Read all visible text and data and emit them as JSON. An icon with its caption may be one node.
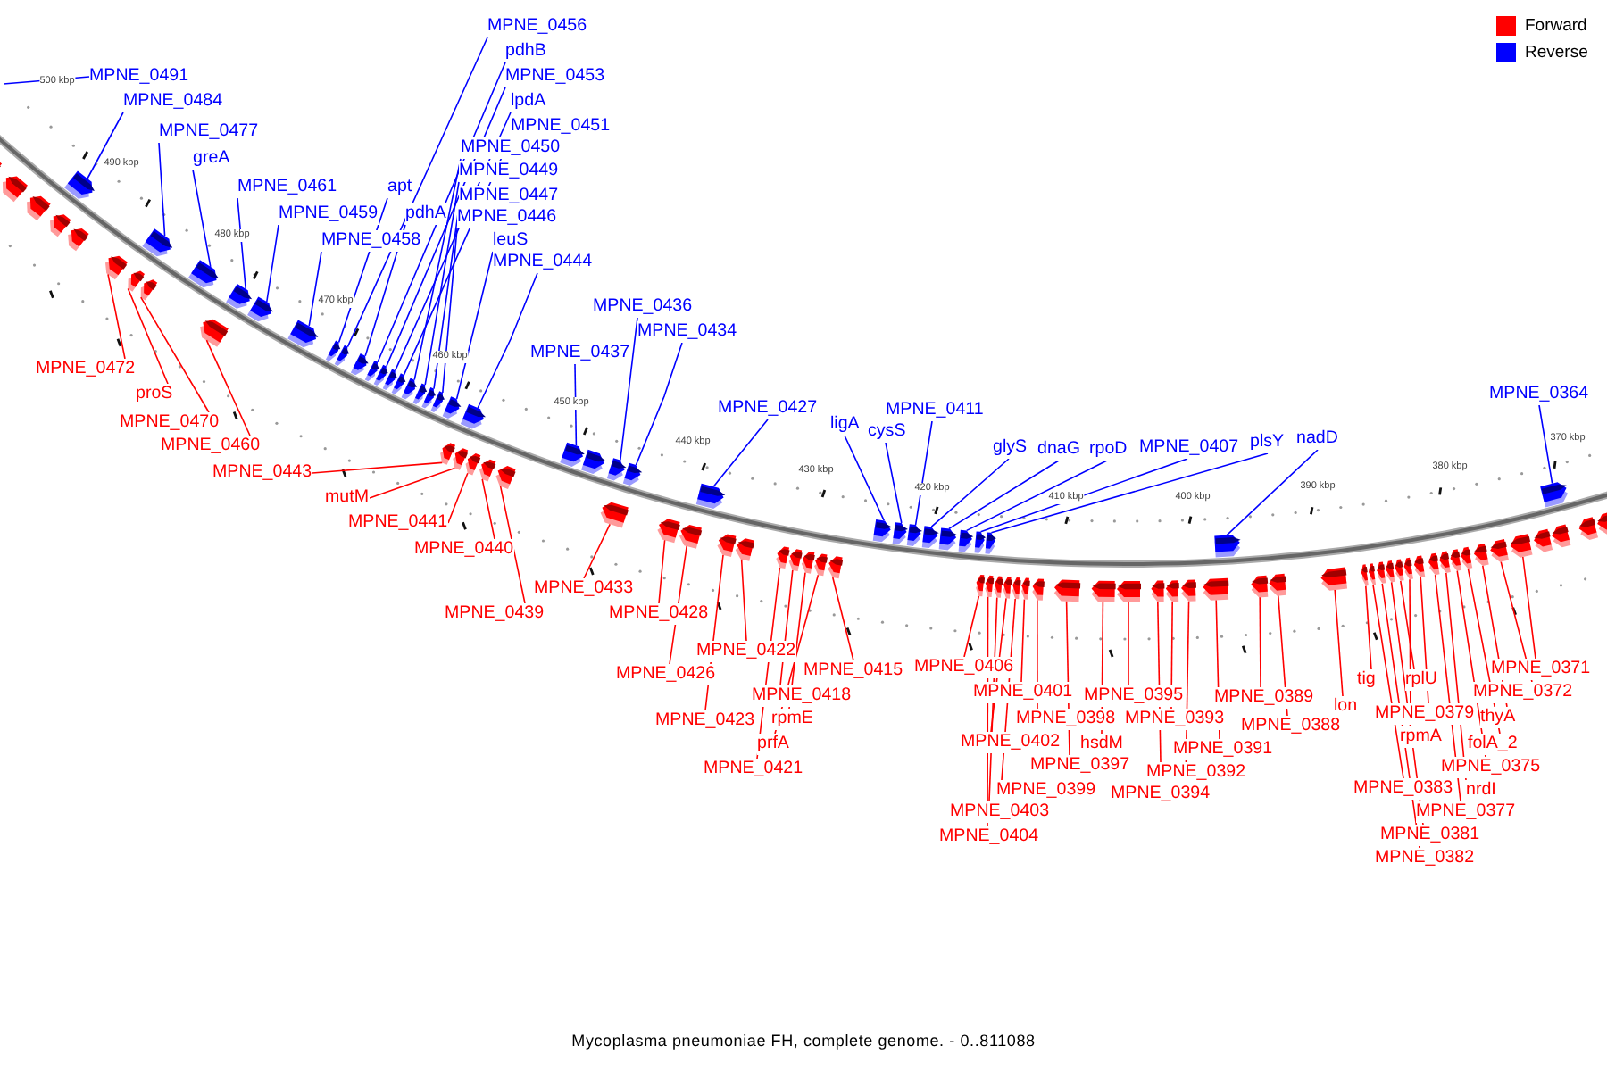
{
  "diagram": {
    "caption": "Mycoplasma pneumoniae FH, complete genome. - 0..811088",
    "nodes": [
      {
        "text": [
          "MPNE_0491"
        ]
      },
      {
        "text": [
          "MPNE_0484"
        ]
      },
      {
        "text": [
          "MPNE_0477"
        ]
      },
      {
        "text": [
          "greA"
        ]
      },
      {
        "text": [
          "MPNE_0461"
        ]
      },
      {
        "text": [
          "MPNE_0459"
        ]
      },
      {
        "text": [
          "MPNE_0458"
        ]
      },
      {
        "text": [
          "apt"
        ]
      },
      {
        "text": [
          "pdhA"
        ]
      },
      {
        "text": [
          "MPNE_0456"
        ]
      },
      {
        "text": [
          "pdhB"
        ]
      },
      {
        "text": [
          "MPNE_0453"
        ]
      },
      {
        "text": [
          "lpdA"
        ]
      },
      {
        "text": [
          "MPNE_0451"
        ]
      },
      {
        "text": [
          "MPNE_0450"
        ]
      },
      {
        "text": [
          "MPNE_0449"
        ]
      },
      {
        "text": [
          "MPNE_0447"
        ]
      },
      {
        "text": [
          "MPNE_0446"
        ]
      },
      {
        "text": [
          "leuS"
        ]
      },
      {
        "text": [
          "MPNE_0444"
        ]
      },
      {
        "text": [
          "MPNE_0436"
        ]
      },
      {
        "text": [
          "MPNE_0437"
        ]
      },
      {
        "text": [
          "MPNE_0434"
        ]
      },
      {
        "text": [
          "MPNE_0427"
        ]
      },
      {
        "text": [
          "ligA"
        ]
      },
      {
        "text": [
          "cysS"
        ]
      },
      {
        "text": [
          "MPNE_0411"
        ]
      },
      {
        "text": [
          "glyS"
        ]
      },
      {
        "text": [
          "dnaG"
        ]
      },
      {
        "text": [
          "rpoD"
        ]
      },
      {
        "text": [
          "MPNE_0407"
        ]
      },
      {
        "text": [
          "plsY"
        ]
      },
      {
        "text": [
          "nadD"
        ]
      },
      {
        "text": [
          "MPNE_0364"
        ]
      },
      {
        "text": [
          "MPNE_0472"
        ]
      },
      {
        "text": [
          "proS"
        ]
      },
      {
        "text": [
          "MPNE_0470"
        ]
      },
      {
        "text": [
          "MPNE_0460"
        ]
      },
      {
        "text": [
          "MPNE_0443"
        ]
      },
      {
        "text": [
          "mutM"
        ]
      },
      {
        "text": [
          "MPNE_0441"
        ]
      },
      {
        "text": [
          "MPNE_0440"
        ]
      },
      {
        "text": [
          "MPNE_0439"
        ]
      },
      {
        "text": [
          "MPNE_0433"
        ]
      },
      {
        "text": [
          "MPNE_0428"
        ]
      },
      {
        "text": [
          "MPNE_0426"
        ]
      },
      {
        "text": [
          "MPNE_0422"
        ]
      },
      {
        "text": [
          "MPNE_0423"
        ]
      },
      {
        "text": [
          "MPNE_0415"
        ]
      },
      {
        "text": [
          "MPNE_0418"
        ]
      },
      {
        "text": [
          "rpmE"
        ]
      },
      {
        "text": [
          "prfA"
        ]
      },
      {
        "text": [
          "MPNE_0421"
        ]
      },
      {
        "text": [
          "MPNE_0406"
        ]
      },
      {
        "text": [
          "MPNE_0401"
        ]
      },
      {
        "text": [
          "MPNE_0398"
        ]
      },
      {
        "text": [
          "MPNE_0402"
        ]
      },
      {
        "text": [
          "MPNE_0397"
        ]
      },
      {
        "text": [
          "MPNE_0399"
        ]
      },
      {
        "text": [
          "MPNE_0403"
        ]
      },
      {
        "text": [
          "MPNE_0404"
        ]
      },
      {
        "text": [
          "MPNE_0395"
        ]
      },
      {
        "text": [
          "hsdM"
        ]
      },
      {
        "text": [
          "MPNE_0393"
        ]
      },
      {
        "text": [
          "MPNE_0391"
        ]
      },
      {
        "text": [
          "MPNE_0392"
        ]
      },
      {
        "text": [
          "MPNE_0394"
        ]
      },
      {
        "text": [
          "MPNE_0389"
        ]
      },
      {
        "text": [
          "MPNE_0388"
        ]
      },
      {
        "text": [
          "lon"
        ]
      },
      {
        "text": [
          "tig"
        ]
      },
      {
        "text": [
          "rplU"
        ]
      },
      {
        "text": [
          "MPNE_0379"
        ]
      },
      {
        "text": [
          "rpmA"
        ]
      },
      {
        "text": [
          "MPNE_0383"
        ]
      },
      {
        "text": [
          "MPNE_0381"
        ]
      },
      {
        "text": [
          "MPNE_0382"
        ]
      },
      {
        "text": [
          "MPNE_0377"
        ]
      },
      {
        "text": [
          "nrdI"
        ]
      },
      {
        "text": [
          "MPNE_0375"
        ]
      },
      {
        "text": [
          "folA_2"
        ]
      },
      {
        "text": [
          "thyA"
        ]
      },
      {
        "text": [
          "MPNE_0372"
        ]
      },
      {
        "text": [
          "MPNE_0371"
        ]
      },
      {
        "text": [],
        "shape": "arrow"
      },
      {
        "text": [],
        "shape": "arrow"
      },
      {
        "text": [],
        "shape": "arrow"
      },
      {
        "text": [],
        "shape": "arrow"
      },
      {
        "text": [],
        "shape": "arrow"
      },
      {
        "text": [],
        "shape": "arrow"
      },
      {
        "text": [],
        "shape": "arrow"
      },
      {
        "text": [],
        "shape": "arrow"
      },
      {
        "text": [],
        "shape": "arrow"
      },
      {
        "text": [],
        "shape": "arrow"
      },
      {
        "text": [],
        "shape": "arrow"
      },
      {
        "text": [],
        "shape": "arrow"
      },
      {
        "text": [],
        "shape": "arrow"
      },
      {
        "text": [],
        "shape": "arrow"
      },
      {
        "text": [],
        "shape": "arrow"
      },
      {
        "text": [],
        "shape": "arrow"
      },
      {
        "text": [],
        "shape": "arrow"
      },
      {
        "text": [],
        "shape": "arrow"
      },
      {
        "text": [],
        "shape": "arrow"
      },
      {
        "text": [],
        "shape": "arrow"
      },
      {
        "text": [],
        "shape": "arrow"
      },
      {
        "text": [],
        "shape": "arrow"
      },
      {
        "text": [],
        "shape": "arrow"
      },
      {
        "text": [],
        "shape": "arrow"
      },
      {
        "text": [],
        "shape": "arrow"
      },
      {
        "text": [],
        "shape": "arrow"
      },
      {
        "text": [],
        "shape": "arrow"
      },
      {
        "text": [],
        "shape": "arrow"
      },
      {
        "text": [],
        "shape": "arrow"
      },
      {
        "text": [],
        "shape": "arrow"
      },
      {
        "text": [],
        "shape": "arrow"
      },
      {
        "text": [],
        "shape": "arrow"
      },
      {
        "text": [],
        "shape": "arrow"
      },
      {
        "text": [],
        "shape": "arrow"
      },
      {
        "text": [],
        "shape": "arrow"
      },
      {
        "text": [],
        "shape": "arrow"
      },
      {
        "text": [],
        "shape": "arrow"
      },
      {
        "text": [],
        "shape": "arrow"
      },
      {
        "text": [],
        "shape": "arrow"
      },
      {
        "text": [],
        "shape": "arrow"
      },
      {
        "text": [],
        "shape": "arrow"
      },
      {
        "text": [],
        "shape": "arrow"
      },
      {
        "text": [],
        "shape": "arrow"
      },
      {
        "text": [],
        "shape": "arrow"
      },
      {
        "text": [],
        "shape": "arrow"
      },
      {
        "text": [],
        "shape": "arrow"
      },
      {
        "text": [],
        "shape": "arrow"
      },
      {
        "text": [],
        "shape": "arrow"
      },
      {
        "text": [],
        "shape": "arrow"
      },
      {
        "text": [],
        "shape": "arrow"
      },
      {
        "text": [],
        "shape": "arrow"
      },
      {
        "text": [],
        "shape": "arrow"
      },
      {
        "text": [],
        "shape": "arrow"
      },
      {
        "text": [],
        "shape": "arrow"
      },
      {
        "text": [],
        "shape": "arrow"
      },
      {
        "text": [],
        "shape": "arrow"
      },
      {
        "text": [],
        "shape": "arrow"
      },
      {
        "text": [],
        "shape": "arrow"
      },
      {
        "text": [],
        "shape": "arrow"
      },
      {
        "text": [],
        "shape": "arrow"
      },
      {
        "text": [],
        "shape": "arrow"
      },
      {
        "text": [],
        "shape": "arrow"
      },
      {
        "text": [],
        "shape": "arrow"
      },
      {
        "text": [],
        "shape": "arrow"
      },
      {
        "text": [],
        "shape": "arrow"
      },
      {
        "text": [],
        "shape": "arrow"
      },
      {
        "text": [],
        "shape": "arrow"
      },
      {
        "text": [],
        "shape": "arrow"
      },
      {
        "text": [],
        "shape": "arrow"
      },
      {
        "text": [],
        "shape": "arrow"
      },
      {
        "text": [],
        "shape": "arrow"
      },
      {
        "text": [],
        "shape": "arrow"
      },
      {
        "text": [],
        "shape": "arrow"
      },
      {
        "text": [],
        "shape": "arrow"
      },
      {
        "text": [],
        "shape": "arrow"
      },
      {
        "text": [],
        "shape": "arrow"
      },
      {
        "text": [],
        "shape": "arrow"
      },
      {
        "text": [],
        "shape": "arrow"
      },
      {
        "text": [],
        "shape": "arrow"
      },
      {
        "text": [],
        "shape": "arrow"
      },
      {
        "text": [],
        "shape": "arrow"
      },
      {
        "text": [],
        "shape": "arrow"
      },
      {
        "text": [],
        "shape": "arrow"
      },
      {
        "text": [],
        "shape": "arrow"
      },
      {
        "text": [],
        "shape": "arrow"
      },
      {
        "text": [],
        "shape": "arrow"
      },
      {
        "text": [],
        "shape": "arrow"
      },
      {
        "text": [],
        "shape": "arrow"
      },
      {
        "text": [],
        "shape": "arrow"
      },
      {
        "text": [],
        "shape": "arrow"
      },
      {
        "text": [],
        "shape": "arrow"
      },
      {
        "text": [],
        "shape": "arrow"
      },
      {
        "text": [],
        "shape": "arrow"
      }
    ],
    "edges": [
      {
        "from": 0,
        "to": null,
        "arrow": "none",
        "color": "#0000ff"
      },
      {
        "from": 1,
        "to": 84,
        "arrow": "none",
        "color": "#0000ff"
      },
      {
        "from": 2,
        "to": 86,
        "arrow": "none",
        "color": "#0000ff"
      },
      {
        "from": 3,
        "to": 89,
        "arrow": "none",
        "color": "#0000ff"
      },
      {
        "from": 4,
        "to": 91,
        "arrow": "none",
        "color": "#0000ff"
      },
      {
        "from": 5,
        "to": 92,
        "arrow": "none",
        "color": "#0000ff"
      },
      {
        "from": 6,
        "to": 93,
        "arrow": "none",
        "color": "#0000ff"
      },
      {
        "from": 7,
        "to": 94,
        "arrow": "none",
        "color": "#0000ff"
      },
      {
        "from": 8,
        "to": 96,
        "arrow": "none",
        "color": "#0000ff"
      },
      {
        "from": 9,
        "to": 95,
        "arrow": "none",
        "color": "#0000ff"
      },
      {
        "from": 10,
        "to": 97,
        "arrow": "none",
        "color": "#0000ff"
      },
      {
        "from": 11,
        "to": 98,
        "arrow": "none",
        "color": "#0000ff"
      },
      {
        "from": 12,
        "to": 99,
        "arrow": "none",
        "color": "#0000ff"
      },
      {
        "from": 13,
        "to": 100,
        "arrow": "none",
        "color": "#0000ff"
      },
      {
        "from": 14,
        "to": 101,
        "arrow": "none",
        "color": "#0000ff"
      },
      {
        "from": 15,
        "to": 102,
        "arrow": "none",
        "color": "#0000ff"
      },
      {
        "from": 16,
        "to": 103,
        "arrow": "none",
        "color": "#0000ff"
      },
      {
        "from": 17,
        "to": 104,
        "arrow": "none",
        "color": "#0000ff"
      },
      {
        "from": 18,
        "to": 105,
        "arrow": "none",
        "color": "#0000ff"
      },
      {
        "from": 19,
        "to": 107,
        "arrow": "none",
        "color": "#0000ff"
      },
      {
        "from": 20,
        "to": 113,
        "arrow": "none",
        "color": "#0000ff"
      },
      {
        "from": 21,
        "to": 112,
        "arrow": "none",
        "color": "#0000ff"
      },
      {
        "from": 22,
        "to": 115,
        "arrow": "none",
        "color": "#0000ff"
      },
      {
        "from": 23,
        "to": 118,
        "arrow": "none",
        "color": "#0000ff"
      },
      {
        "from": 24,
        "to": 126,
        "arrow": "none",
        "color": "#0000ff"
      },
      {
        "from": 25,
        "to": 127,
        "arrow": "none",
        "color": "#0000ff"
      },
      {
        "from": 26,
        "to": 128,
        "arrow": "none",
        "color": "#0000ff"
      },
      {
        "from": 27,
        "to": 129,
        "arrow": "none",
        "color": "#0000ff"
      },
      {
        "from": 28,
        "to": 130,
        "arrow": "none",
        "color": "#0000ff"
      },
      {
        "from": 29,
        "to": 131,
        "arrow": "none",
        "color": "#0000ff"
      },
      {
        "from": 30,
        "to": 132,
        "arrow": "none",
        "color": "#0000ff"
      },
      {
        "from": 31,
        "to": 134,
        "arrow": "none",
        "color": "#0000ff"
      },
      {
        "from": 32,
        "to": 148,
        "arrow": "none",
        "color": "#0000ff"
      },
      {
        "from": 33,
        "to": 166,
        "arrow": "none",
        "color": "#0000ff"
      },
      {
        "from": 34,
        "to": 85,
        "arrow": "none"
      },
      {
        "from": 35,
        "to": 87,
        "arrow": "none"
      },
      {
        "from": 36,
        "to": 88,
        "arrow": "none"
      },
      {
        "from": 37,
        "to": 90,
        "arrow": "none"
      },
      {
        "from": 38,
        "to": 106,
        "arrow": "none"
      },
      {
        "from": 39,
        "to": 108,
        "arrow": "none"
      },
      {
        "from": 40,
        "to": 109,
        "arrow": "none"
      },
      {
        "from": 41,
        "to": 110,
        "arrow": "none"
      },
      {
        "from": 42,
        "to": 111,
        "arrow": "none"
      },
      {
        "from": 43,
        "to": 114,
        "arrow": "none"
      },
      {
        "from": 44,
        "to": 116,
        "arrow": "none"
      },
      {
        "from": 45,
        "to": 117,
        "arrow": "none"
      },
      {
        "from": 46,
        "to": 120,
        "arrow": "none"
      },
      {
        "from": 47,
        "to": 119,
        "arrow": "none"
      },
      {
        "from": 48,
        "to": 125,
        "arrow": "none"
      },
      {
        "from": 49,
        "to": 122,
        "arrow": "none"
      },
      {
        "from": 50,
        "to": 123,
        "arrow": "none"
      },
      {
        "from": 51,
        "to": 124,
        "arrow": "none"
      },
      {
        "from": 52,
        "to": 121,
        "arrow": "none"
      },
      {
        "from": 53,
        "to": 133,
        "arrow": "none"
      },
      {
        "from": 54,
        "to": 139,
        "arrow": "none"
      },
      {
        "from": 55,
        "to": 140,
        "arrow": "none"
      },
      {
        "from": 56,
        "to": 137,
        "arrow": "none"
      },
      {
        "from": 57,
        "to": 141,
        "arrow": "none"
      },
      {
        "from": 58,
        "to": 138,
        "arrow": "none"
      },
      {
        "from": 59,
        "to": 136,
        "arrow": "none"
      },
      {
        "from": 60,
        "to": 135,
        "arrow": "none"
      },
      {
        "from": 61,
        "to": 143,
        "arrow": "none"
      },
      {
        "from": 62,
        "to": 142,
        "arrow": "none"
      },
      {
        "from": 63,
        "to": 145,
        "arrow": "none"
      },
      {
        "from": 64,
        "to": 147,
        "arrow": "none"
      },
      {
        "from": 65,
        "to": 144,
        "arrow": "none"
      },
      {
        "from": 66,
        "to": 146,
        "arrow": "none"
      },
      {
        "from": 67,
        "to": 149,
        "arrow": "none"
      },
      {
        "from": 68,
        "to": 150,
        "arrow": "none"
      },
      {
        "from": 69,
        "to": 151,
        "arrow": "none"
      },
      {
        "from": 70,
        "to": 152,
        "arrow": "none"
      },
      {
        "from": 71,
        "to": 156,
        "arrow": "none"
      },
      {
        "from": 72,
        "to": 158,
        "arrow": "none"
      },
      {
        "from": 73,
        "to": 157,
        "arrow": "none"
      },
      {
        "from": 74,
        "to": 153,
        "arrow": "none"
      },
      {
        "from": 75,
        "to": 155,
        "arrow": "none"
      },
      {
        "from": 76,
        "to": 154,
        "arrow": "none"
      },
      {
        "from": 77,
        "to": 159,
        "arrow": "none"
      },
      {
        "from": 78,
        "to": 160,
        "arrow": "none"
      },
      {
        "from": 79,
        "to": 161,
        "arrow": "none"
      },
      {
        "from": 80,
        "to": 162,
        "arrow": "none"
      },
      {
        "from": 81,
        "to": 163,
        "arrow": "none"
      },
      {
        "from": 82,
        "to": 164,
        "arrow": "none"
      },
      {
        "from": 83,
        "to": 165,
        "arrow": "none"
      }
    ],
    "labels": [
      "500 kbp",
      "490 kbp",
      "480 kbp",
      "470 kbp",
      "460 kbp",
      "450 kbp",
      "440 kbp",
      "430 kbp",
      "420 kbp",
      "410 kbp",
      "400 kbp",
      "390 kbp",
      "380 kbp",
      "370 kbp"
    ],
    "legend": [
      {
        "text": "Forward",
        "color": "#ff0000"
      },
      {
        "text": "Reverse",
        "color": "#0000ff"
      }
    ]
  }
}
